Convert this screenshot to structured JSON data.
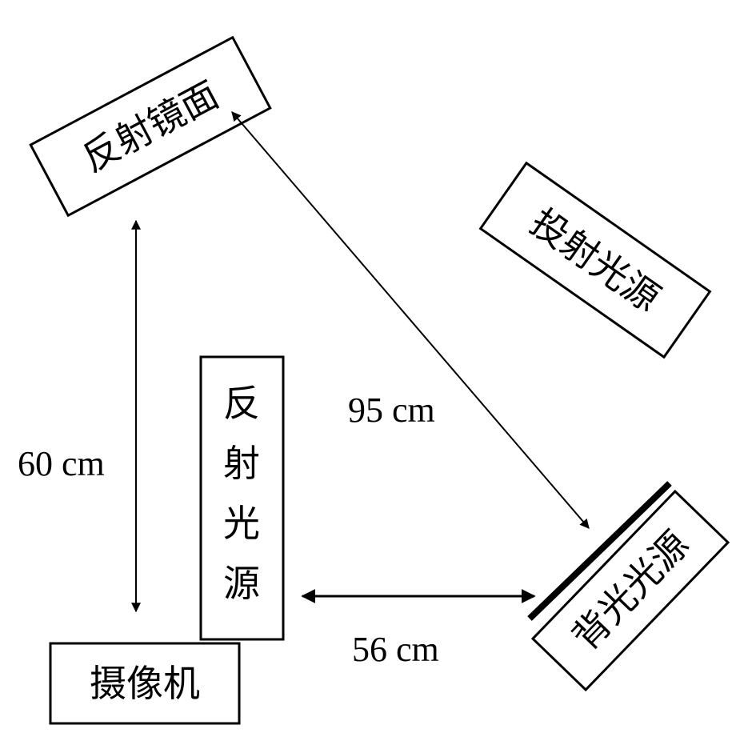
{
  "components": {
    "mirror": "反射镜面",
    "projection_light": "投射光源",
    "reflection_light": [
      "反",
      "射",
      "光",
      "源"
    ],
    "backlight": "背光光源",
    "camera": "摄像机"
  },
  "distances": {
    "vertical": "60 cm",
    "diagonal": "95 cm",
    "horizontal": "56 cm"
  }
}
